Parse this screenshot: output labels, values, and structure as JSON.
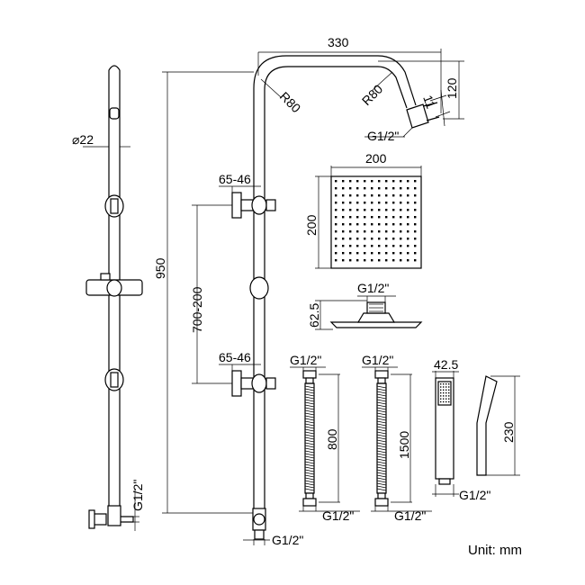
{
  "unit": "Unit: mm",
  "riser": {
    "diameter_label": "⌀22",
    "height_label": "950",
    "bracket_spacing_label": "700-200",
    "bracket_top_label": "65-46",
    "bracket_bottom_label": "65-46",
    "valve_thread_label": "G1/2\"",
    "bottom_thread_label": "G1/2\""
  },
  "arm": {
    "length_label": "330",
    "radius_left_label": "R80",
    "radius_right_label": "R80",
    "drop_label": "120",
    "angle_label": "11",
    "thread_label": "G1/2\""
  },
  "rain_head": {
    "width_label": "200",
    "depth_label": "200",
    "side_thread_label": "G1/2\"",
    "side_height_label": "62.5"
  },
  "hose_short": {
    "top_thread": "G1/2\"",
    "bottom_thread": "G1/2\"",
    "length_label": "800"
  },
  "hose_long": {
    "top_thread": "G1/2\"",
    "bottom_thread": "G1/2\"",
    "length_label": "1500"
  },
  "hand_shower": {
    "width_label": "42.5",
    "height_label": "230",
    "thread_label": "G1/2\""
  }
}
